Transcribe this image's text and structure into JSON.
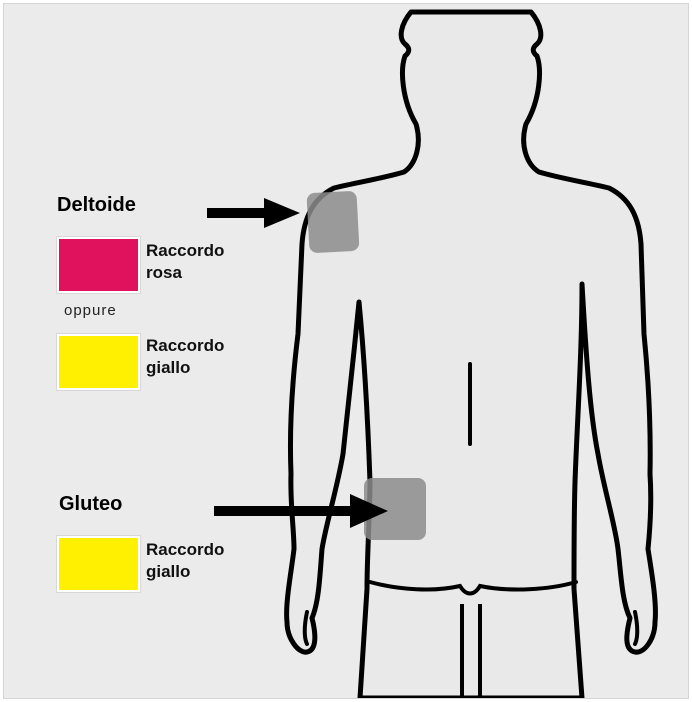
{
  "legend": {
    "deltoid": {
      "title": "Deltoide",
      "option_1": {
        "line1": "Raccordo",
        "line2": "rosa",
        "color": "#e0125e"
      },
      "separator": "oppure",
      "option_2": {
        "line1": "Raccordo",
        "line2": "giallo",
        "color": "#ffef00"
      }
    },
    "gluteal": {
      "title": "Gluteo",
      "option_1": {
        "line1": "Raccordo",
        "line2": "giallo",
        "color": "#ffef00"
      }
    }
  },
  "colors": {
    "background": "#ebebeb",
    "body_fill": "#e9e9e9",
    "outline": "#000000",
    "injection_site": "#8c8c8c",
    "arrow": "#000000"
  }
}
